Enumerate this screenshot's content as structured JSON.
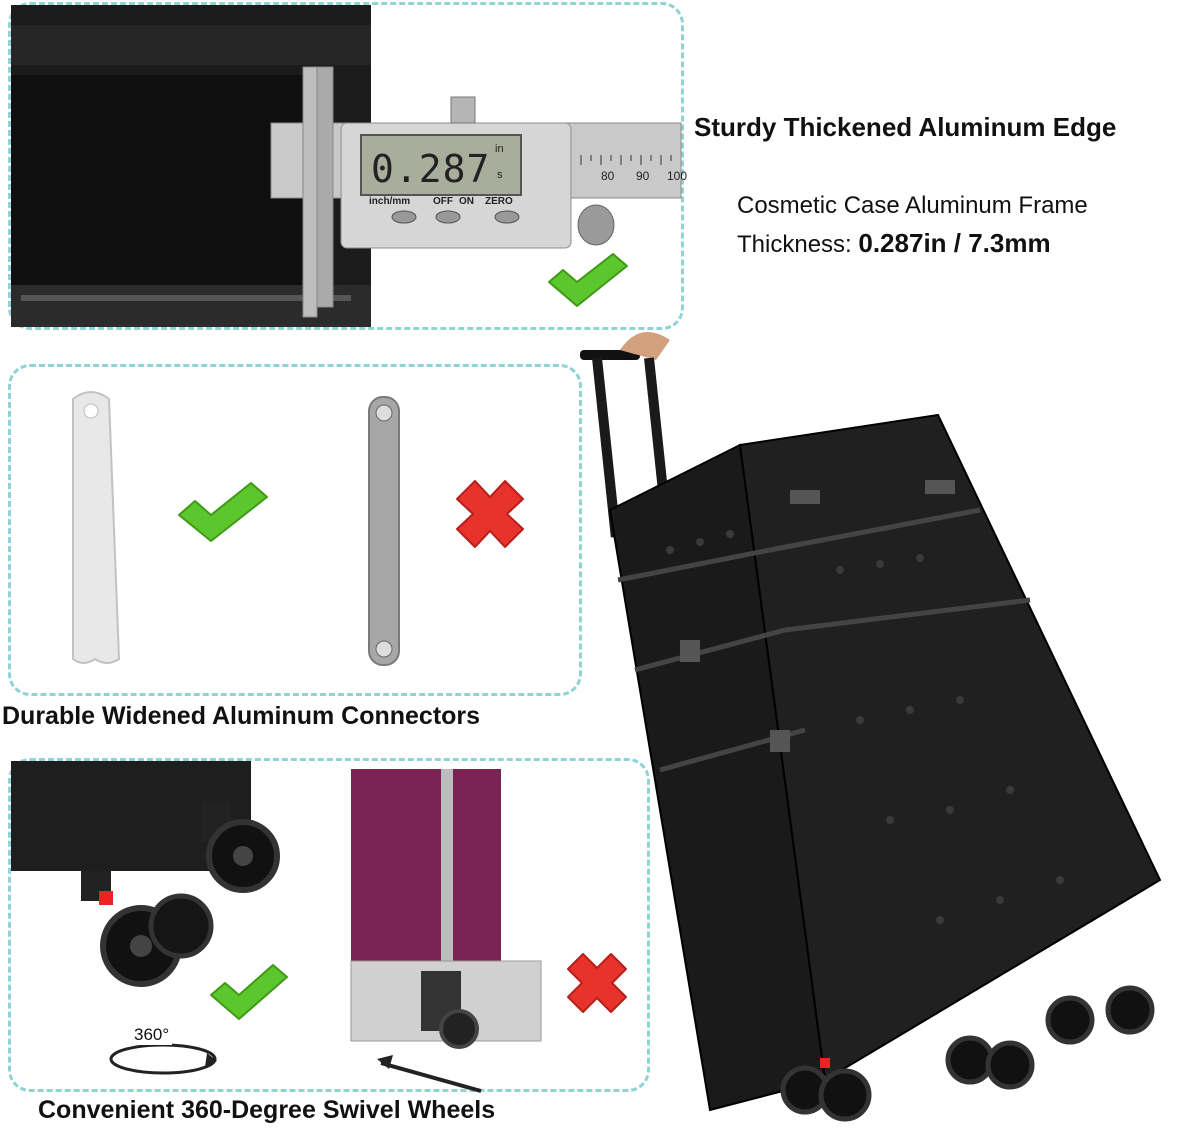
{
  "headings": {
    "edge": "Sturdy Thickened Aluminum Edge",
    "connectors": "Durable Widened Aluminum Connectors",
    "wheels": "Convenient 360-Degree Swivel Wheels"
  },
  "frame_spec": {
    "line1": "Cosmetic Case Aluminum Frame",
    "thickness_label": "Thickness: ",
    "thickness_value": "0.287in / 7.3mm"
  },
  "caliper": {
    "reading": "0.287",
    "unit_top": "in",
    "unit_bottom": "s",
    "mode_label": "inch/mm",
    "buttons": [
      "OFF",
      "ON",
      "ZERO"
    ],
    "scale_numbers": [
      "80",
      "90",
      "100"
    ]
  },
  "rotation_label": "360°",
  "colors": {
    "panel_border": "#8fd3d3",
    "check": "#5cc72c",
    "cross": "#e8332c",
    "case_black": "#1a1a1a",
    "purple_case": "#7a2456"
  },
  "icons": [
    "check-icon",
    "cross-icon",
    "rotate-icon",
    "arrow-icon"
  ]
}
